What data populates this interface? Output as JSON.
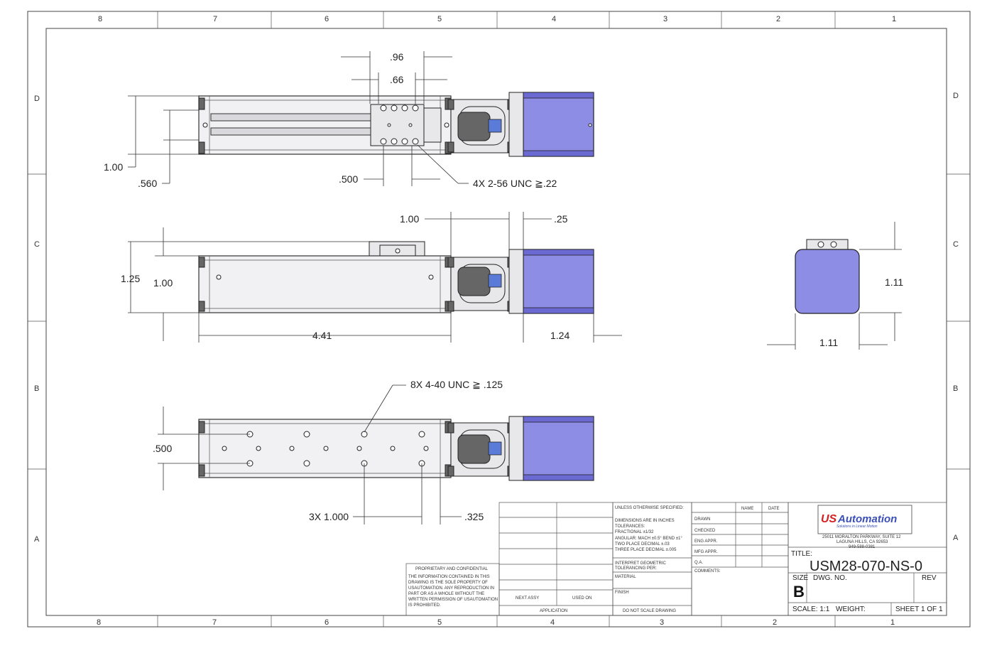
{
  "zones": {
    "columns": [
      "8",
      "7",
      "6",
      "5",
      "4",
      "3",
      "2",
      "1"
    ],
    "rows": [
      "D",
      "C",
      "B",
      "A"
    ]
  },
  "dimensions": {
    "top_view": {
      "d096": ".96",
      "d066": ".66",
      "d100": "1.00",
      "d0560": ".560",
      "d0500": ".500",
      "thread": "4X 2-56 UNC ≧.22"
    },
    "side_view": {
      "d100_top": "1.00",
      "d025": ".25",
      "d125": "1.25",
      "d100_left": "1.00",
      "d441": "4.41",
      "d124": "1.24"
    },
    "end_view": {
      "width": "1.11",
      "height": "1.11"
    },
    "bottom_view": {
      "thread": "8X 4-40 UNC ≧ .125",
      "d0500": ".500",
      "pitch": "3X 1.000",
      "d0325": ".325"
    }
  },
  "title_block": {
    "proprietary_heading": "PROPRIETARY AND CONFIDENTIAL",
    "proprietary_lines": [
      "THE INFORMATION CONTAINED IN THIS",
      "DRAWING IS THE SOLE PROPERTY OF",
      "USAUTOMATION. ANY REPRODUCTION IN",
      "PART OR AS A WHOLE WITHOUT THE",
      "WRITTEN PERMISSION OF USAUTOMATION",
      "IS PROHIBITED."
    ],
    "next_assy": "NEXT ASSY",
    "used_on": "USED ON",
    "application": "APPLICATION",
    "notes_lines": [
      "UNLESS OTHERWISE SPECIFIED:",
      "DIMENSIONS ARE IN INCHES",
      "TOLERANCES:",
      "FRACTIONAL ±1/32",
      "ANGULAR: MACH ±0.5° BEND ±1°",
      "TWO PLACE DECIMAL  ±.03",
      "THREE PLACE DECIMAL  ±.005"
    ],
    "interpret": "INTERPRET GEOMETRIC",
    "interpret2": "TOLERANCING PER:",
    "material": "MATERIAL",
    "finish": "FINISH",
    "do_not_scale": "DO NOT SCALE DRAWING",
    "name_col": "NAME",
    "date_col": "DATE",
    "approvals": [
      "DRAWN",
      "CHECKED",
      "ENG APPR.",
      "MFG APPR.",
      "Q.A."
    ],
    "comments": "COMMENTS:",
    "company_u": "US",
    "company_name": "Automation",
    "company_tagline": "Solutions in Linear Motion",
    "address_lines": [
      "25011 MORALTON PARKWAY, SUITE 12",
      "LAGUNA HILLS, CA 92653",
      "949-588-0381"
    ],
    "title_label": "TITLE:",
    "title_value": "USM28-070-NS-0",
    "size_label": "SIZE",
    "size_value": "B",
    "dwg_no_label": "DWG.  NO.",
    "rev_label": "REV",
    "scale": "SCALE: 1:1",
    "weight": "WEIGHT:",
    "sheet": "SHEET 1 OF 1"
  }
}
